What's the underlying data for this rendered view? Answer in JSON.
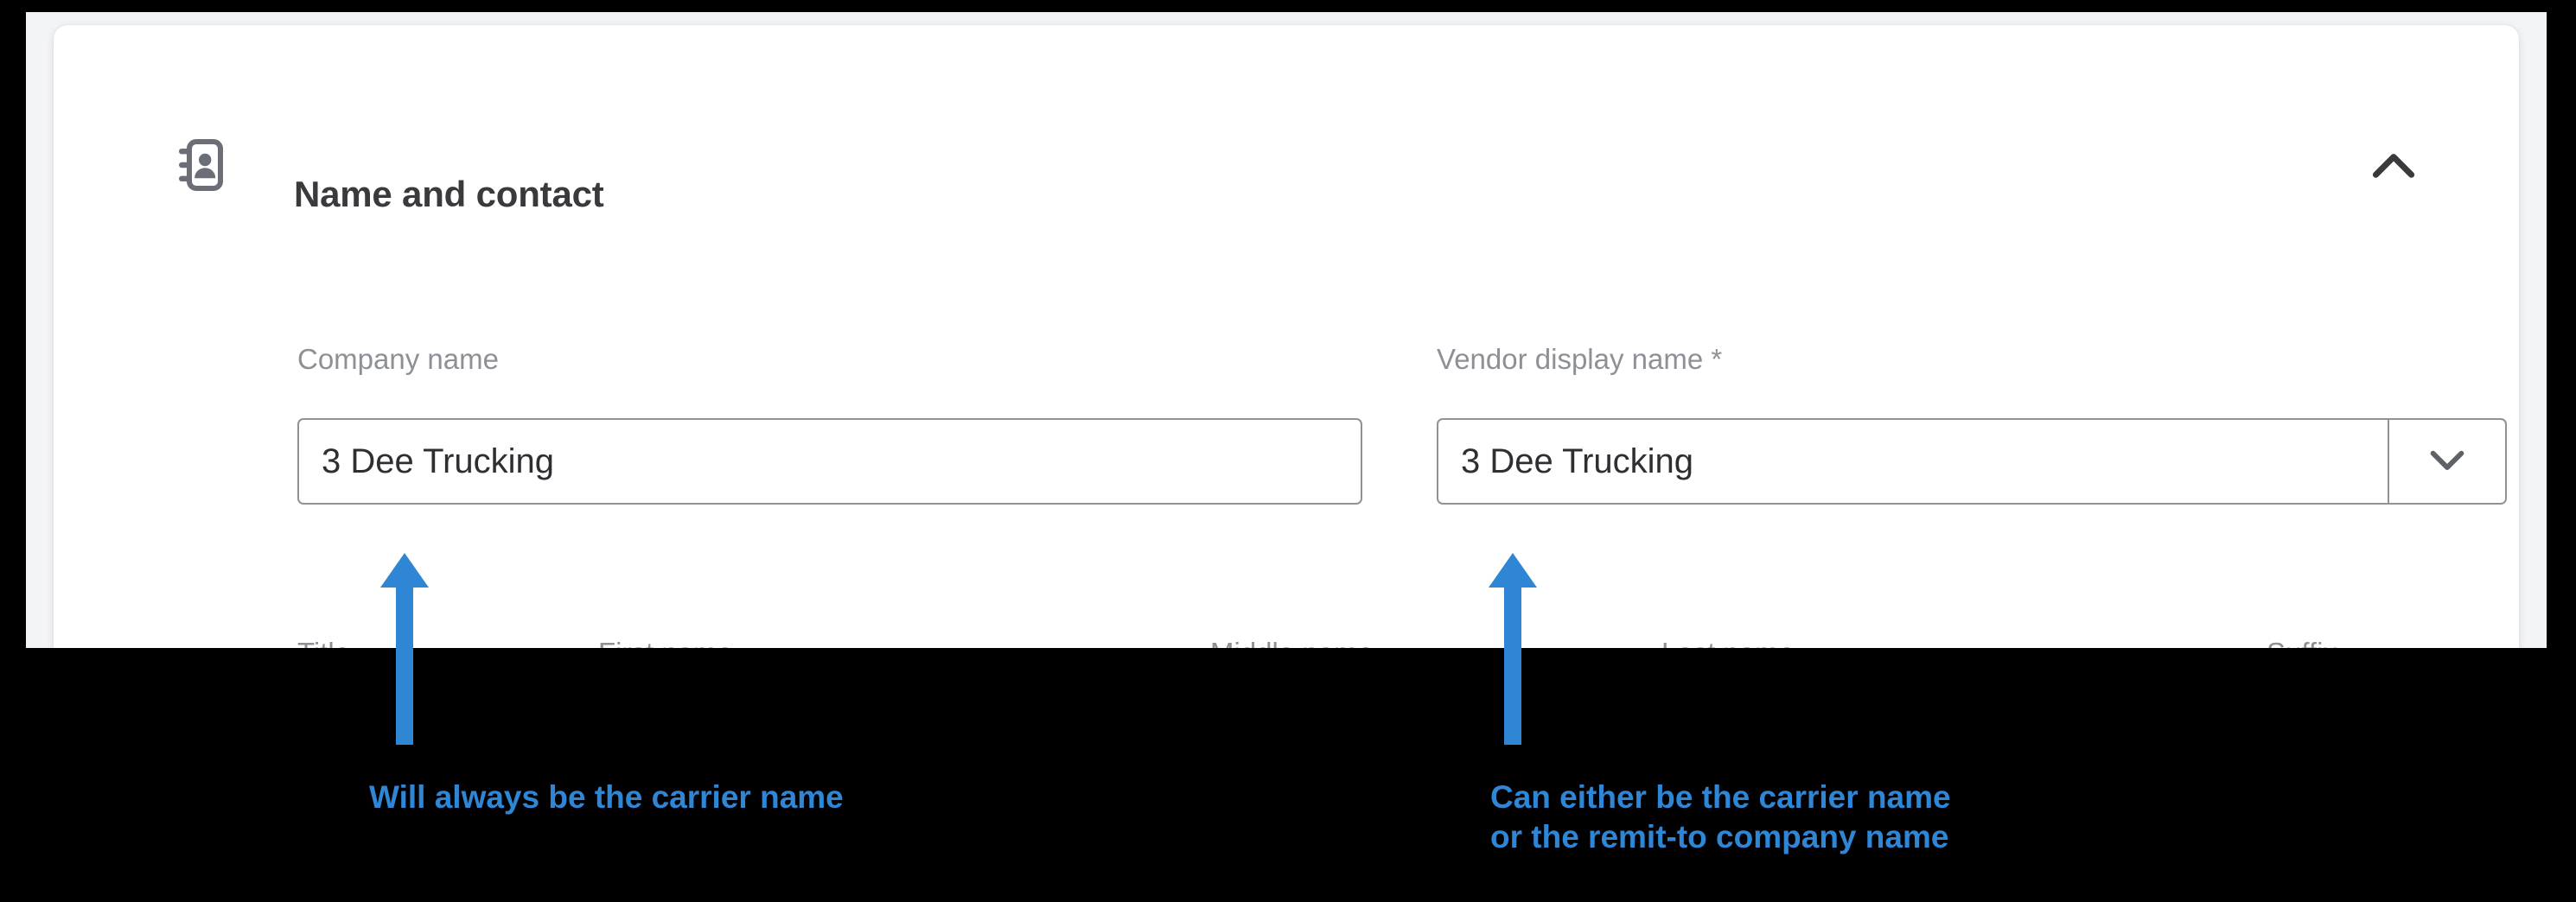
{
  "card": {
    "icon": "address-book-icon",
    "title": "Name and contact",
    "collapse_icon": "chevron-up-icon",
    "collapsed": false
  },
  "form": {
    "company_name": {
      "label": "Company name",
      "value": "3 Dee Trucking",
      "placeholder": ""
    },
    "vendor_display_name": {
      "label": "Vendor display name *",
      "value": "3 Dee Trucking",
      "placeholder": "",
      "dropdown_icon": "chevron-down-icon"
    },
    "name_row": {
      "title": "Title",
      "first_name": "First name",
      "middle_name": "Middle name",
      "last_name": "Last name",
      "suffix": "Suffix"
    }
  },
  "annotations": {
    "accent_color": "#2e86d4",
    "company_name_note": "Will always be the carrier name",
    "vendor_display_name_note": "Can either be the carrier name\nor the remit-to company name"
  },
  "colors": {
    "page_background": "#f3f4f6",
    "card_background": "#ffffff",
    "border_frame": "#000000",
    "title_text": "#393a3d",
    "label_text": "#8d9096",
    "input_border": "#8f9397",
    "input_text": "#2e2f32",
    "annotation_blue": "#2e86d4"
  }
}
